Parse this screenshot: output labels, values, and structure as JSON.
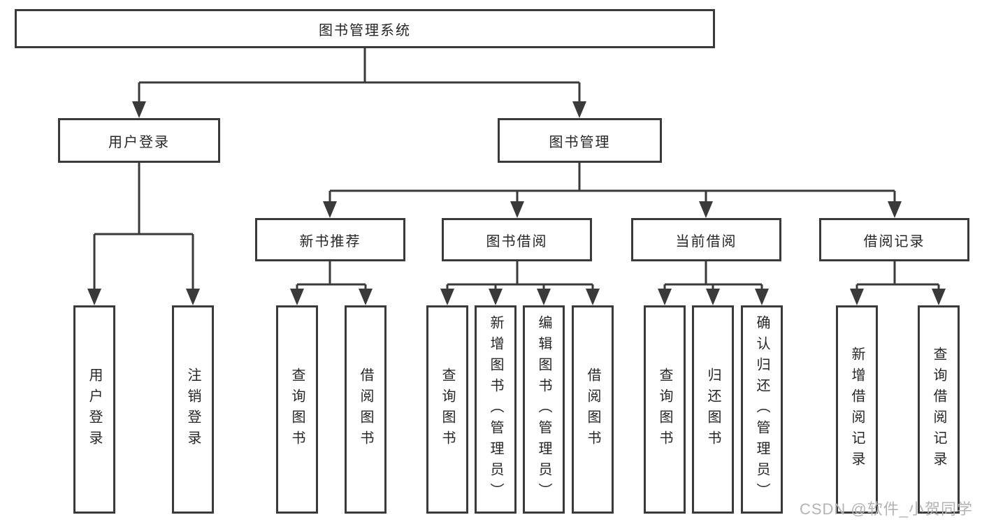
{
  "diagram": {
    "root": {
      "label": "图书管理系统"
    },
    "user_login": {
      "label": "用户登录"
    },
    "book_mgmt": {
      "label": "图书管理"
    },
    "new_books": {
      "label": "新书推荐"
    },
    "book_borrow": {
      "label": "图书借阅"
    },
    "current_borrow": {
      "label": "当前借阅"
    },
    "borrow_records": {
      "label": "借阅记录"
    },
    "leaf_user_login": {
      "label": "用户登录"
    },
    "leaf_logout": {
      "label": "注销登录"
    },
    "leaf_nb_search": {
      "label": "查询图书"
    },
    "leaf_nb_borrow": {
      "label": "借阅图书"
    },
    "leaf_bb_search": {
      "label": "查询图书"
    },
    "leaf_bb_add": {
      "label": "新增图书（管理员）"
    },
    "leaf_bb_edit": {
      "label": "编辑图书（管理员）"
    },
    "leaf_bb_borrow": {
      "label": "借阅图书"
    },
    "leaf_cb_search": {
      "label": "查询图书"
    },
    "leaf_cb_return": {
      "label": "归还图书"
    },
    "leaf_cb_confirm": {
      "label": "确认归还（管理员）"
    },
    "leaf_br_add": {
      "label": "新增借阅记录"
    },
    "leaf_br_search": {
      "label": "查询借阅记录"
    }
  },
  "watermark": {
    "text": "CSDN @软件_小贺同学"
  },
  "colors": {
    "line": "#3a3a3a",
    "border": "#3a3a3a",
    "text": "#262626",
    "watermark": "#b3b3b3",
    "background": "#ffffff"
  }
}
